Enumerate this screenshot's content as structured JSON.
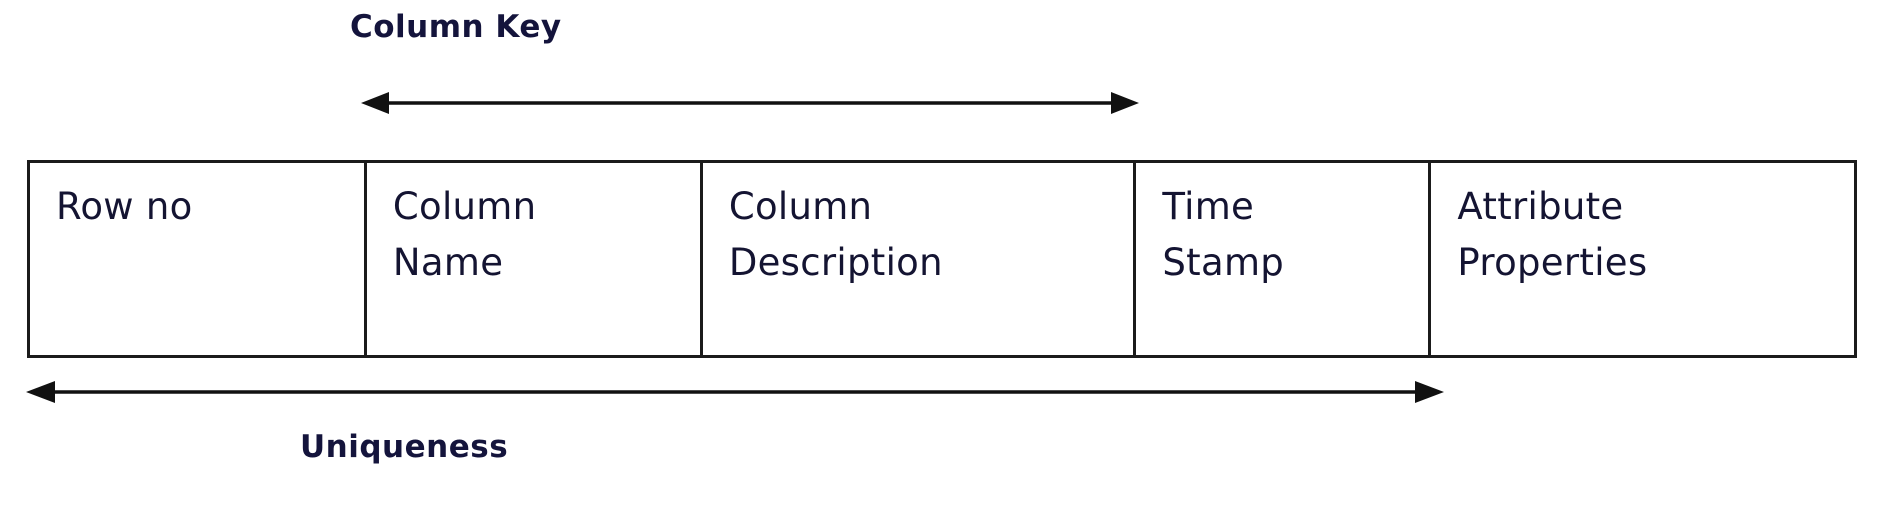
{
  "diagram": {
    "title_top": "Column Key",
    "title_bottom": "Uniqueness",
    "colors": {
      "text": "#14143c",
      "border": "#1b1b1b",
      "arrow": "#111111",
      "background": "#ffffff"
    },
    "annotations": [
      {
        "name": "column-key",
        "label": "Column Key",
        "arrow_type": "double-headed",
        "spans_columns": [
          "Column Name",
          "Column Description",
          "Time Stamp"
        ],
        "position": "above-table"
      },
      {
        "name": "uniqueness",
        "label": "Uniqueness",
        "arrow_type": "double-headed",
        "spans_columns": [
          "Row no",
          "Column Name",
          "Column Description",
          "Time Stamp"
        ],
        "position": "below-table"
      }
    ],
    "table": {
      "columns": [
        {
          "id": "row-no",
          "lines": [
            "Row no"
          ]
        },
        {
          "id": "column-name",
          "lines": [
            "Column",
            "Name"
          ]
        },
        {
          "id": "column-description",
          "lines": [
            "Column",
            "Description"
          ]
        },
        {
          "id": "time-stamp",
          "lines": [
            "Time",
            "Stamp"
          ]
        },
        {
          "id": "attribute-properties",
          "lines": [
            "Attribute",
            "Properties"
          ]
        }
      ]
    }
  }
}
